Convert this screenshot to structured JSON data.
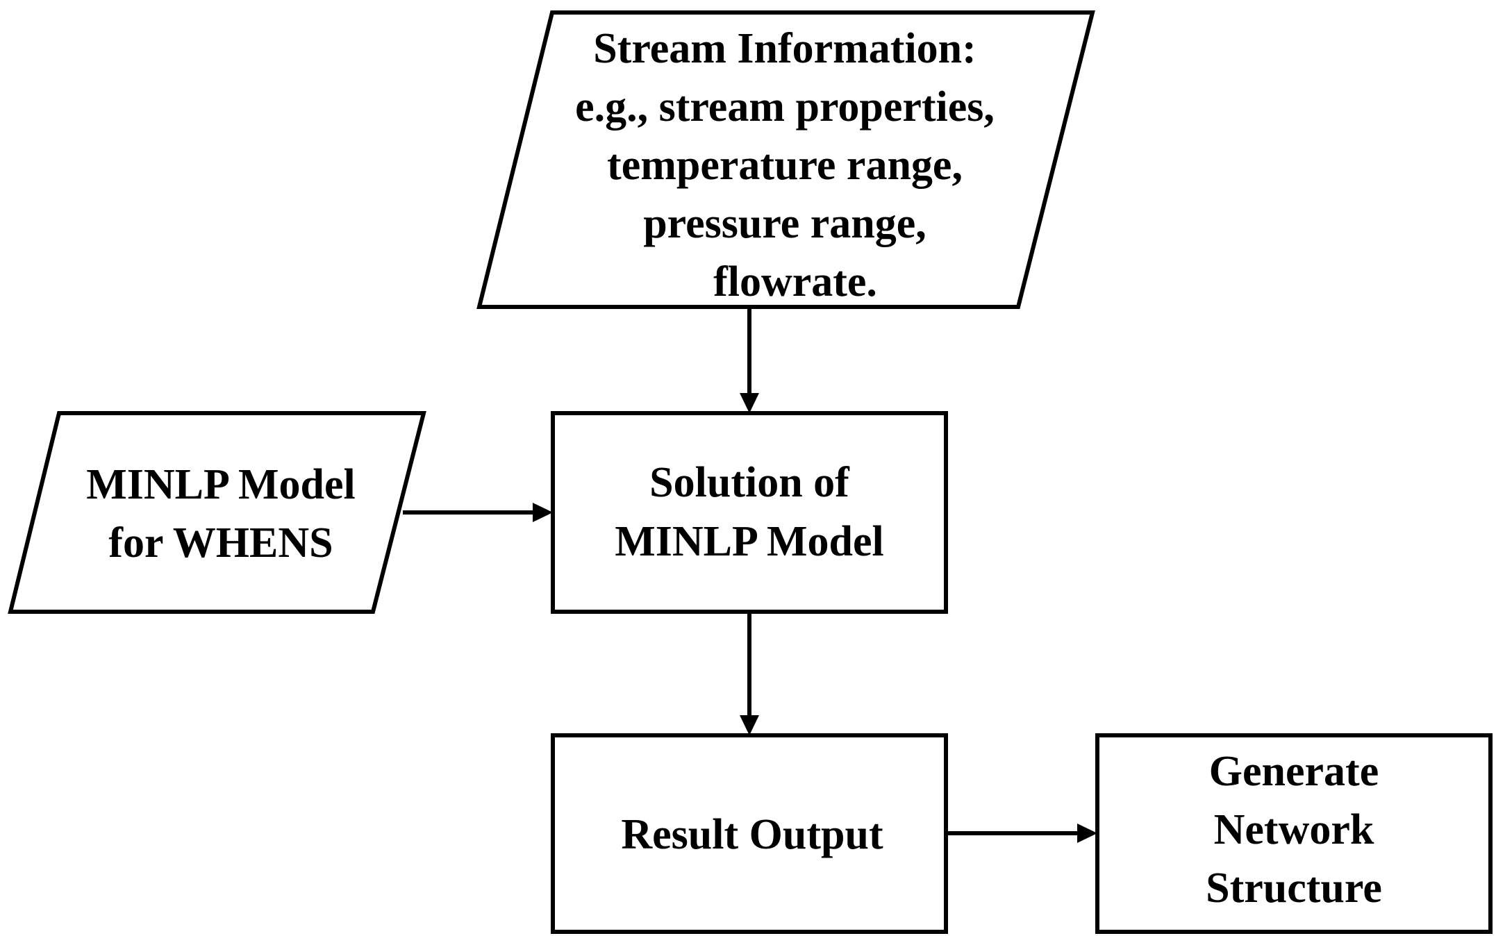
{
  "diagram": {
    "type": "flowchart",
    "colors": {
      "stroke": "#000000",
      "fill": "#ffffff",
      "text": "#000000"
    },
    "nodes": [
      {
        "id": "stream-info",
        "shape": "parallelogram",
        "lines": [
          "Stream Information:",
          "e.g., stream properties,",
          "temperature range,",
          "pressure range,",
          "flowrate."
        ]
      },
      {
        "id": "minlp-model",
        "shape": "parallelogram",
        "lines": [
          "MINLP Model",
          "for WHENS"
        ]
      },
      {
        "id": "solution",
        "shape": "rectangle",
        "lines": [
          "Solution of",
          "MINLP Model"
        ]
      },
      {
        "id": "result-output",
        "shape": "rectangle",
        "lines": [
          "Result Output"
        ]
      },
      {
        "id": "generate-network",
        "shape": "rectangle",
        "lines": [
          "Generate",
          "Network",
          "Structure"
        ]
      }
    ],
    "edges": [
      {
        "from": "stream-info",
        "to": "solution"
      },
      {
        "from": "minlp-model",
        "to": "solution"
      },
      {
        "from": "solution",
        "to": "result-output"
      },
      {
        "from": "result-output",
        "to": "generate-network"
      }
    ]
  }
}
